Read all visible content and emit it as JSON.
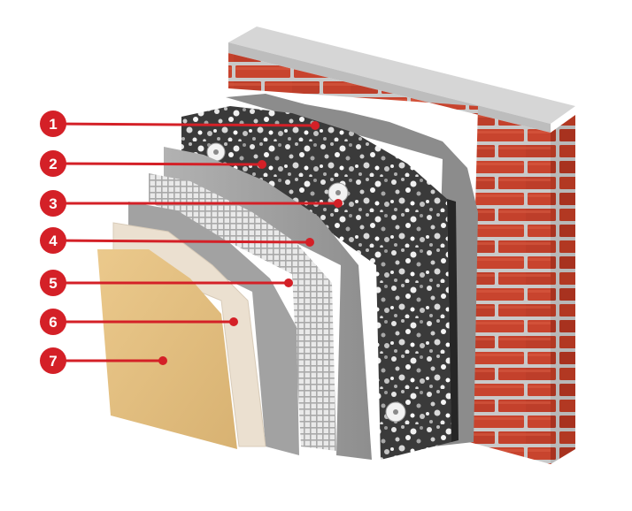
{
  "diagram": {
    "colors": {
      "callout": "#d42027",
      "brick": "#c8442e",
      "mortar": "#c9c9c9",
      "cap": "#d4d4d4",
      "adhesive": "#8f8f8f",
      "insulation": "#2f2f2f",
      "base_coat": "#9b9b9b",
      "mesh": "#d6d6d6",
      "primer": "#a6a6a6",
      "finish_primer": "#e9dccb",
      "render": "#e0bd7c"
    },
    "layers": [
      {
        "number": "1",
        "part": "adhesive-layer"
      },
      {
        "number": "2",
        "part": "insulation-board"
      },
      {
        "number": "3",
        "part": "anchor-dowel"
      },
      {
        "number": "4",
        "part": "base-coat"
      },
      {
        "number": "5",
        "part": "reinforcing-mesh"
      },
      {
        "number": "6",
        "part": "primer-coat"
      },
      {
        "number": "7",
        "part": "decorative-render"
      }
    ]
  }
}
